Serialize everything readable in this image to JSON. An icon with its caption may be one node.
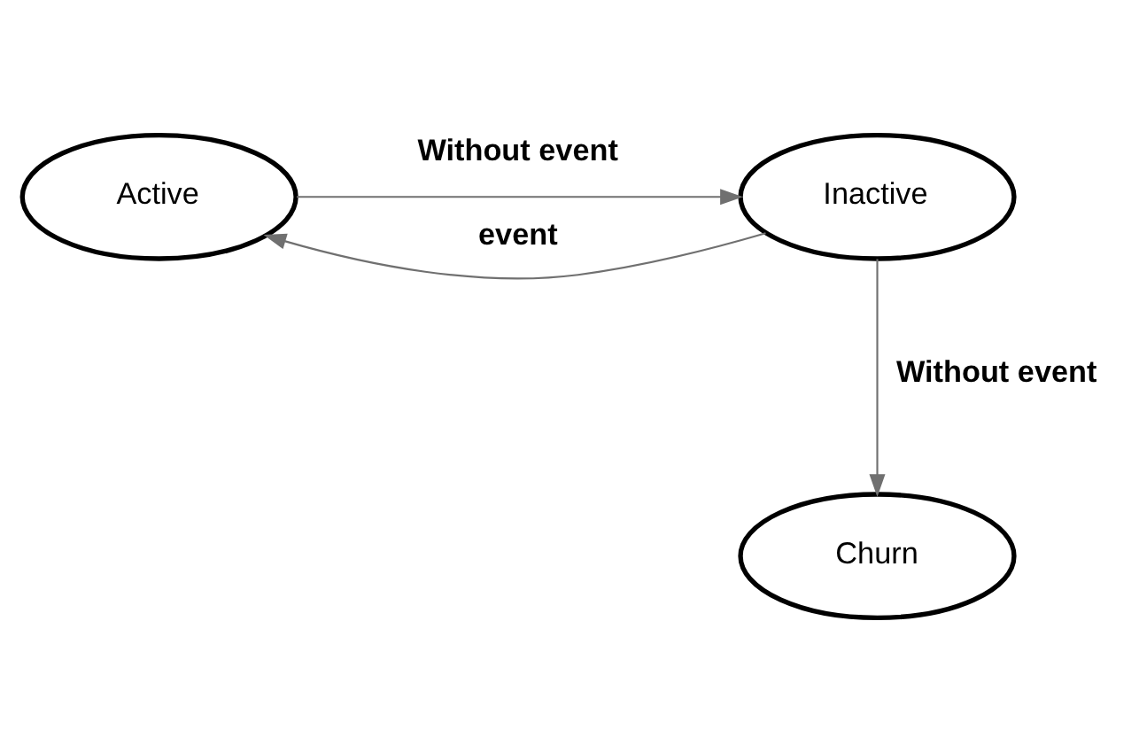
{
  "diagram": {
    "nodes": [
      {
        "text": [
          "Active"
        ]
      },
      {
        "text": [
          "Inactive"
        ]
      },
      {
        "text": [
          "Churn"
        ]
      }
    ],
    "edges": [
      {
        "from": 0,
        "to": 1,
        "arrow": "to",
        "label": "Without event"
      },
      {
        "from": 1,
        "to": 0,
        "arrow": "to",
        "label": "event"
      },
      {
        "from": 1,
        "to": 2,
        "arrow": "to",
        "label": "Without event"
      }
    ]
  }
}
